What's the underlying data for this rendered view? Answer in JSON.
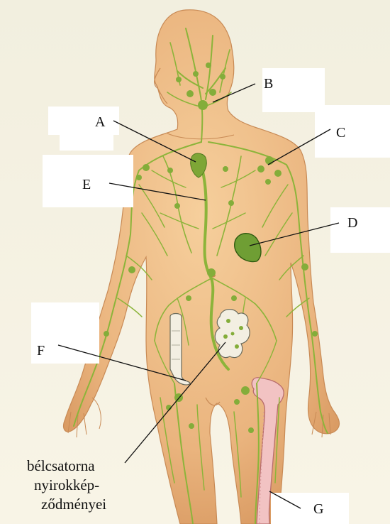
{
  "labels": {
    "a": "A",
    "b": "B",
    "c": "C",
    "d": "D",
    "e": "E",
    "f": "F",
    "g": "G"
  },
  "caption": {
    "line1": "bélcsatorna",
    "line2": "nyirokkép-",
    "line3": "ződményei"
  },
  "colors": {
    "background": "#f4efdf",
    "skin": "#efc08c",
    "lymph_vessel": "#8cb43a",
    "lymph_node": "#84ad3a",
    "bone": "#f2c3c3",
    "label_text": "#111111"
  }
}
